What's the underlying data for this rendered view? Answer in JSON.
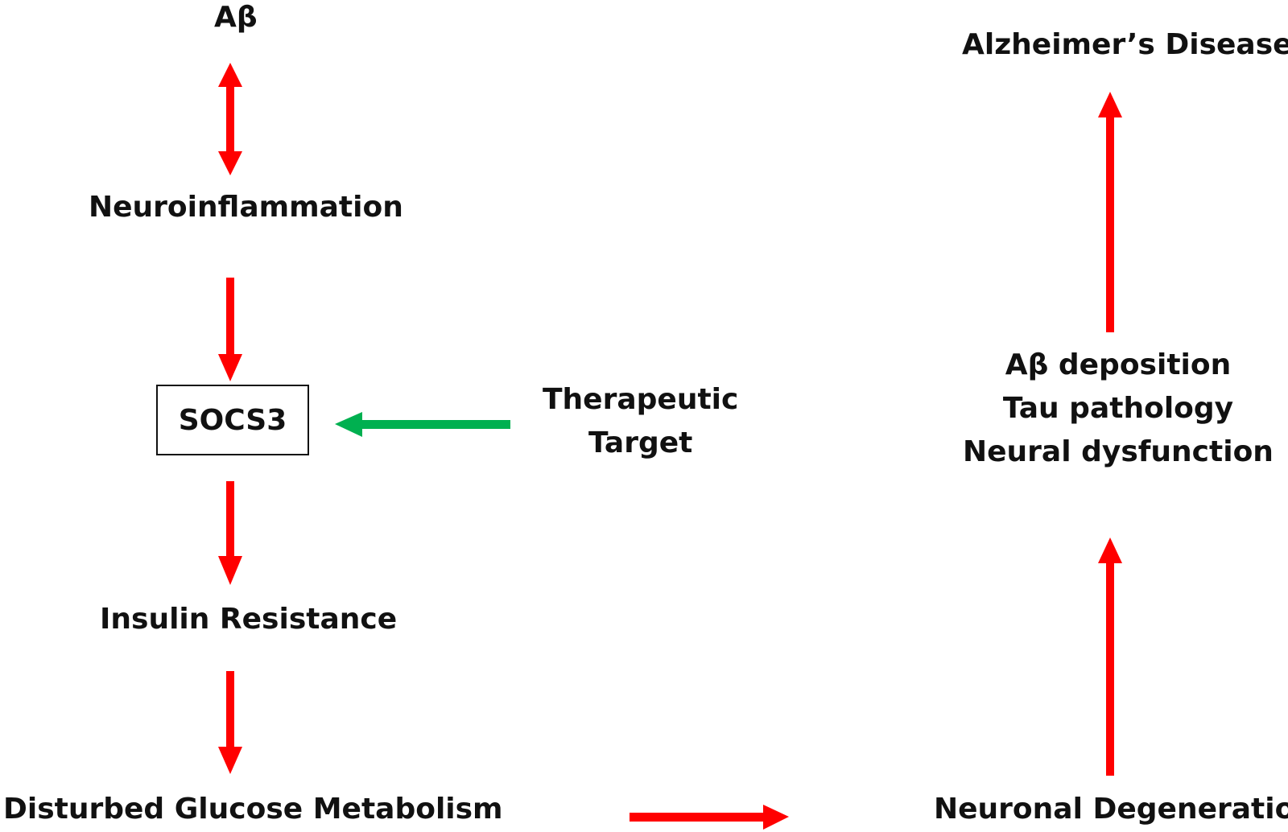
{
  "nodes": {
    "abeta": "Aβ",
    "neuroinflammation": "Neuroinflammation",
    "socs3": "SOCS3",
    "therapeutic_target": [
      "Therapeutic",
      "Target"
    ],
    "insulin_resistance": "Insulin Resistance",
    "disturbed_glucose": "Disturbed Glucose Metabolism",
    "neuronal_degeneration": "Neuronal Degeneration",
    "pathology": [
      "Aβ deposition",
      "Tau pathology",
      "Neural dysfunction"
    ],
    "alzheimers": "Alzheimer’s Disease"
  },
  "colors": {
    "pathway_arrow": "#ff0000",
    "therapeutic_arrow": "#00b050",
    "text": "#111111"
  }
}
